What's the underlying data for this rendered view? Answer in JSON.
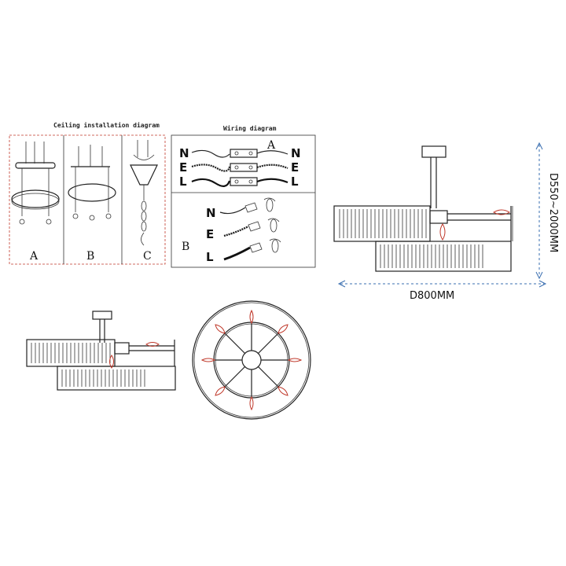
{
  "ceiling": {
    "title": "Ceiling installation diagram",
    "panel_labels": [
      "A",
      "B",
      "C"
    ]
  },
  "wiring": {
    "title": "Wiring diagram",
    "label_a": "A",
    "label_b": "B",
    "wires": [
      "N",
      "E",
      "L"
    ]
  },
  "dimensions": {
    "height": "D550~2000MM",
    "width": "D800MM"
  },
  "colors": {
    "line": "#222222",
    "dimension": "#3a6fb0",
    "bulb_outline": "#c0392b"
  }
}
